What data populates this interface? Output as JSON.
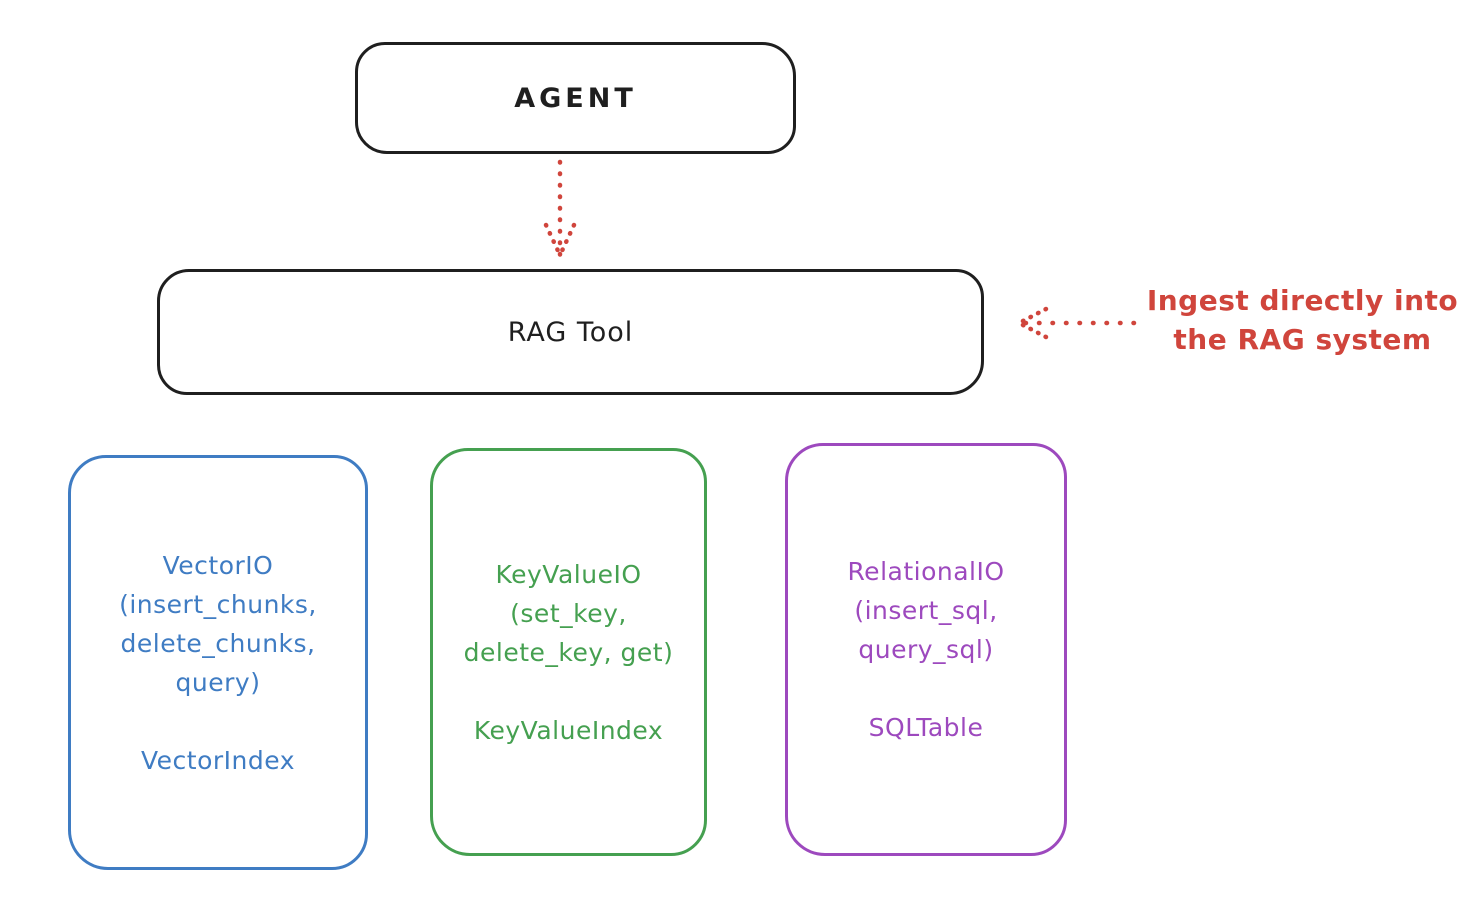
{
  "colors": {
    "ink": "#1f1f1f",
    "red": "#d0453c",
    "background": "#ffffff"
  },
  "agent_box": {
    "label": "AGENT"
  },
  "rag_tool_box": {
    "label": "RAG Tool"
  },
  "ingest_annotation": {
    "lines": [
      "Ingest directly into",
      "the RAG system"
    ]
  },
  "io_boxes": [
    {
      "name": "vector-io",
      "color": "#3f7cc3",
      "title_lines": [
        "VectorIO",
        "(insert_chunks,",
        "delete_chunks,",
        "query)"
      ],
      "index_label": "VectorIndex"
    },
    {
      "name": "keyvalue-io",
      "color": "#45a050",
      "title_lines": [
        "KeyValueIO",
        "(set_key,",
        "delete_key, get)"
      ],
      "index_label": "KeyValueIndex"
    },
    {
      "name": "relational-io",
      "color": "#9d49be",
      "title_lines": [
        "RelationalIO",
        "(insert_sql,",
        "query_sql)"
      ],
      "index_label": "SQLTable"
    }
  ]
}
